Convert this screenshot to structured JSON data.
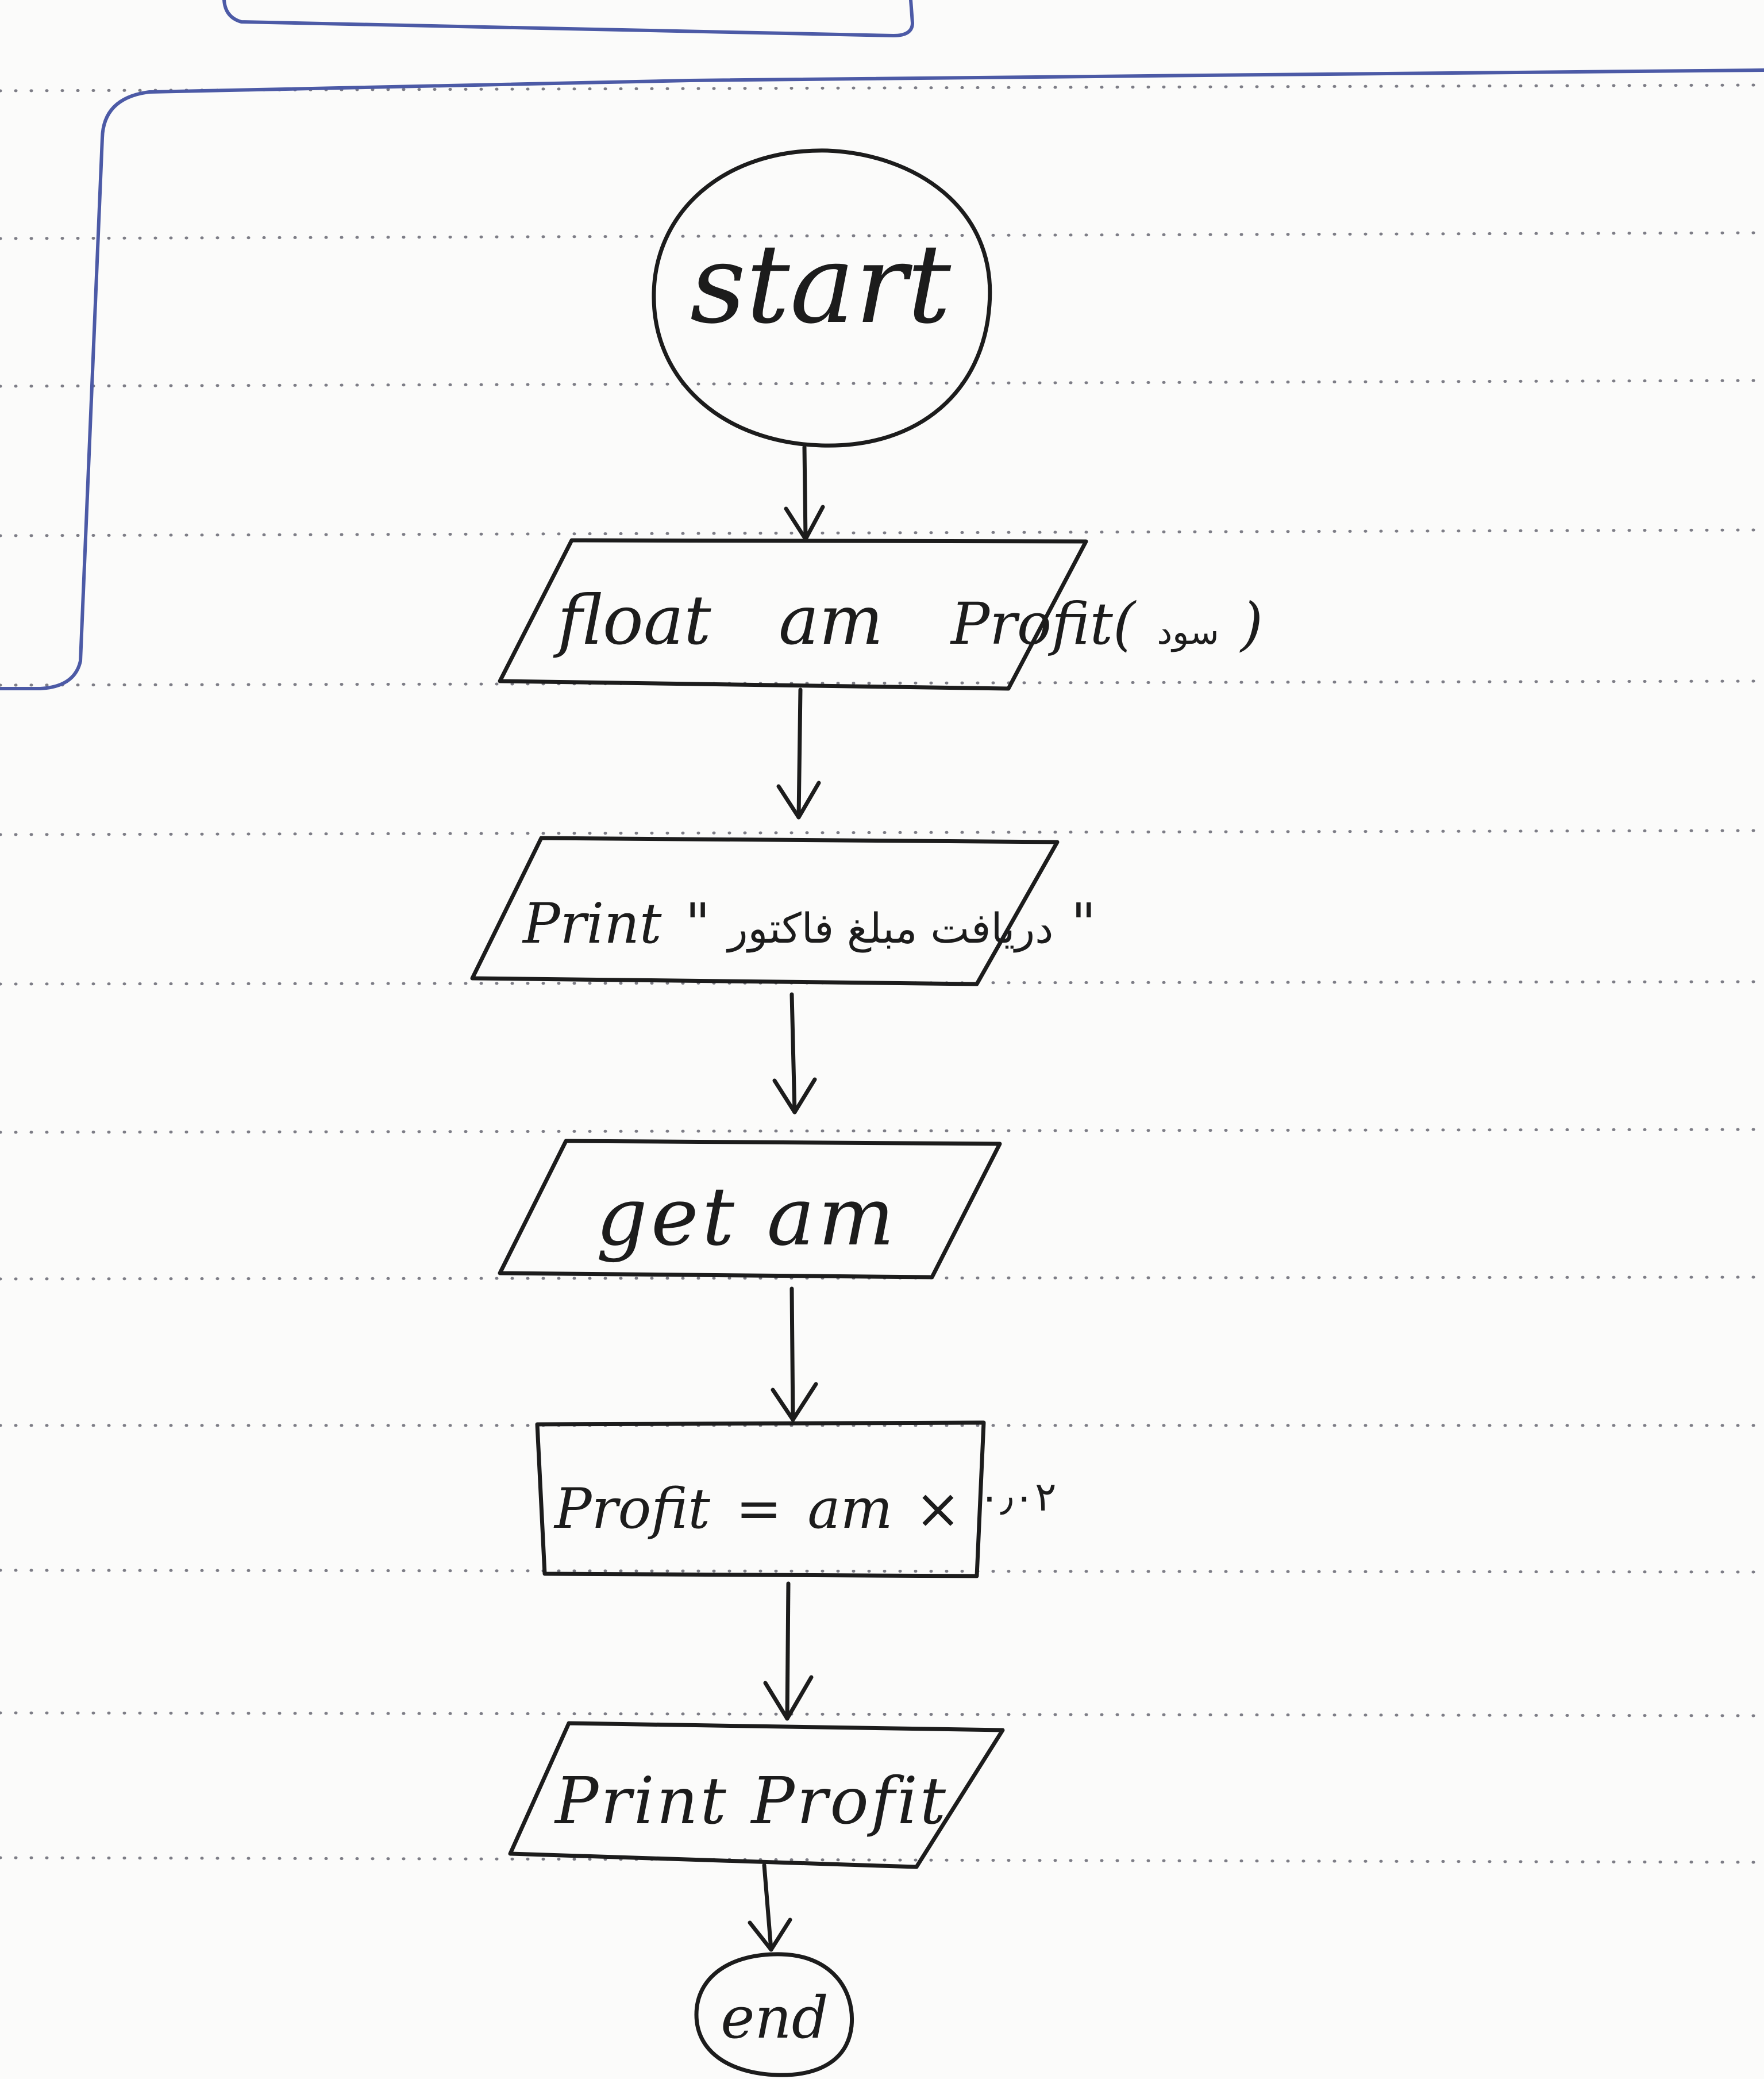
{
  "colors": {
    "paper": "#fbfbfa",
    "ink": "#1c1c1c",
    "ruled_dots": "#7d7d86",
    "margin_ink": "#4c5aa6"
  },
  "flowchart": {
    "nodes": [
      {
        "id": "start",
        "shape": "circle",
        "label": "start"
      },
      {
        "id": "declare",
        "shape": "parallelogram",
        "label_parts": [
          "float",
          "am",
          "Profit(",
          "سود",
          ")"
        ]
      },
      {
        "id": "prompt",
        "shape": "parallelogram",
        "label_parts": [
          "Print",
          "\"",
          "دریافت مبلغ فاکتور",
          "\""
        ]
      },
      {
        "id": "input",
        "shape": "parallelogram",
        "label": "get am"
      },
      {
        "id": "compute",
        "shape": "rectangle",
        "label_parts": [
          "Profit",
          "=",
          "am",
          "×",
          "۰٫۰۲"
        ]
      },
      {
        "id": "output",
        "shape": "parallelogram",
        "label": "Print Profit"
      },
      {
        "id": "end",
        "shape": "circle",
        "label": "end"
      }
    ],
    "edges": [
      {
        "from": "start",
        "to": "declare"
      },
      {
        "from": "declare",
        "to": "prompt"
      },
      {
        "from": "prompt",
        "to": "input"
      },
      {
        "from": "input",
        "to": "compute"
      },
      {
        "from": "compute",
        "to": "output"
      },
      {
        "from": "output",
        "to": "end"
      }
    ]
  }
}
